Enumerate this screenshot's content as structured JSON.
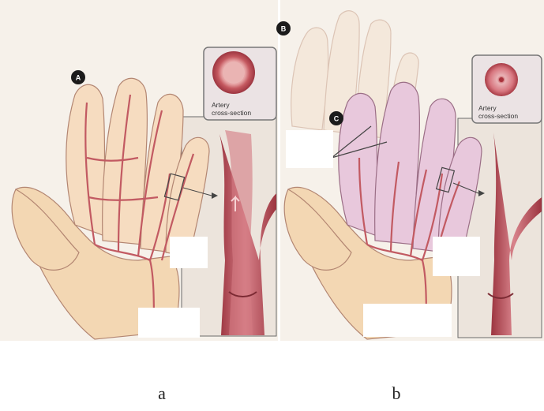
{
  "panels": [
    {
      "id": "a",
      "badge": "A",
      "caption": "a",
      "inset_label_line1": "Artery",
      "inset_label_line2": "cross-section"
    },
    {
      "id": "b",
      "badge_top": "B",
      "badge_mid": "C",
      "caption": "b",
      "inset_label_line1": "Artery",
      "inset_label_line2": "cross-section"
    }
  ],
  "colors": {
    "skin": "#f3d7b3",
    "skin_outline": "#b38672",
    "artery": "#b94a54",
    "artery_light": "#d77a83",
    "background_panel": "#f3ede6",
    "pale_fingers": "#e7c8dc",
    "badge": "#1b1b1b"
  }
}
